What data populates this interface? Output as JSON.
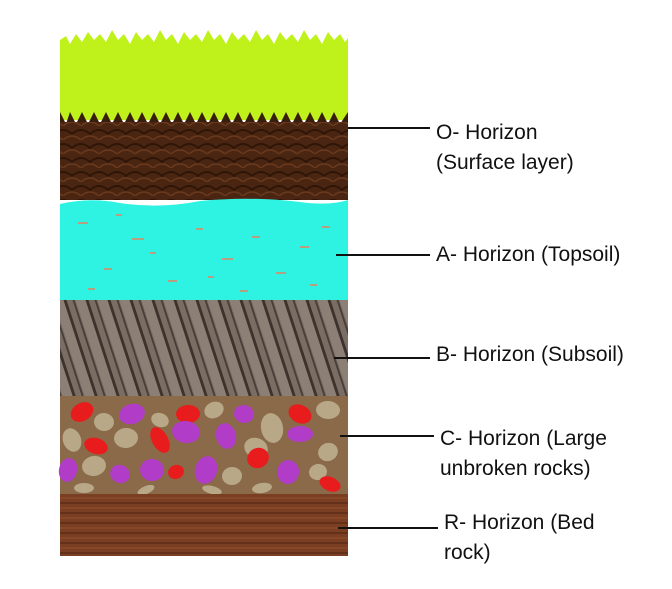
{
  "layers": [
    {
      "id": "o",
      "line1": "O- Horizon",
      "line2": "(Surface layer)",
      "color": "#4a2612"
    },
    {
      "id": "a",
      "line1": "A- Horizon (Topsoil)",
      "line2": "",
      "color": "#2ef2e2"
    },
    {
      "id": "b",
      "line1": "B- Horizon (Subsoil)",
      "line2": "",
      "color": "#6e625a"
    },
    {
      "id": "c",
      "line1": "C- Horizon (Large",
      "line2": "unbroken rocks)",
      "color": "#8a6a48"
    },
    {
      "id": "r",
      "line1": "R- Horizon (Bed",
      "line2": "rock)",
      "color": "#7a3e22"
    }
  ],
  "grass_color": "#bff21a",
  "rock_colors": {
    "red": "#e81c1c",
    "purple": "#b03cc8",
    "tan": "#b8a888"
  }
}
